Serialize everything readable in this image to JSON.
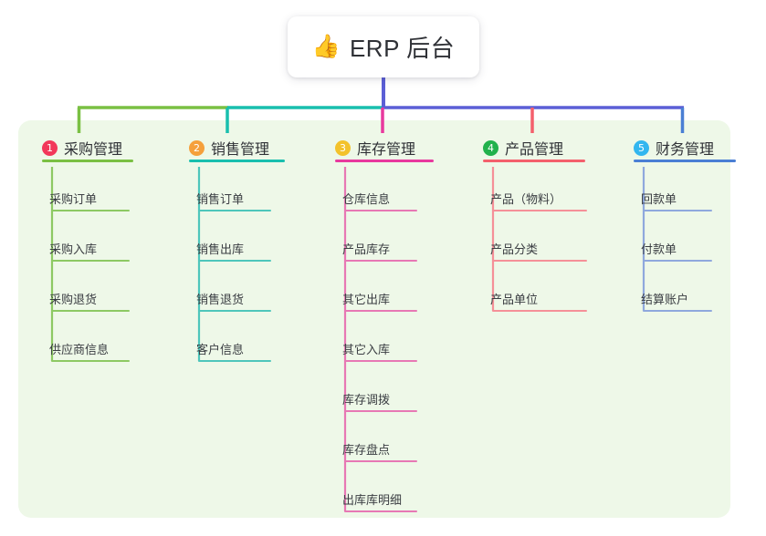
{
  "root": {
    "icon": "thumbs-up-icon",
    "emoji": "👍",
    "title": "ERP 后台"
  },
  "theme": {
    "panel_bg": "#eef8e8",
    "page_bg": "#ffffff",
    "text": "#2f3136",
    "leaf_text": "#3a3d42",
    "trunk": "#5b5fd6",
    "wire_green": "#7ac043",
    "wire_teal": "#19bfae",
    "wire_purple": "#5b5fd6",
    "wire_pink": "#e8399e",
    "wire_red": "#f4606c",
    "wire_blue": "#4a7fd4"
  },
  "columns": [
    {
      "index": "1",
      "label": "采购管理",
      "badge_color": "#f2385a",
      "rule_color": "#7ac043",
      "leaf_color": "#8dc963",
      "leaves": [
        "采购订单",
        "采购入库",
        "采购退货",
        "供应商信息"
      ]
    },
    {
      "index": "2",
      "label": "销售管理",
      "badge_color": "#f5a03c",
      "rule_color": "#19bfae",
      "leaf_color": "#4ec6bb",
      "leaves": [
        "销售订单",
        "销售出库",
        "销售退货",
        "客户信息"
      ]
    },
    {
      "index": "3",
      "label": "库存管理",
      "badge_color": "#f3c22b",
      "rule_color": "#e8399e",
      "leaf_color": "#e778b4",
      "leaves": [
        "仓库信息",
        "产品库存",
        "其它出库",
        "其它入库",
        "库存调拨",
        "库存盘点",
        "出库库明细"
      ]
    },
    {
      "index": "4",
      "label": "产品管理",
      "badge_color": "#22b14c",
      "rule_color": "#f4606c",
      "leaf_color": "#f59098",
      "leaves": [
        "产品（物料）",
        "产品分类",
        "产品单位"
      ]
    },
    {
      "index": "5",
      "label": "财务管理",
      "badge_color": "#32b6ef",
      "rule_color": "#4a7fd4",
      "leaf_color": "#8fa8dd",
      "leaves": [
        "回款单",
        "付款单",
        "结算账户"
      ]
    }
  ]
}
